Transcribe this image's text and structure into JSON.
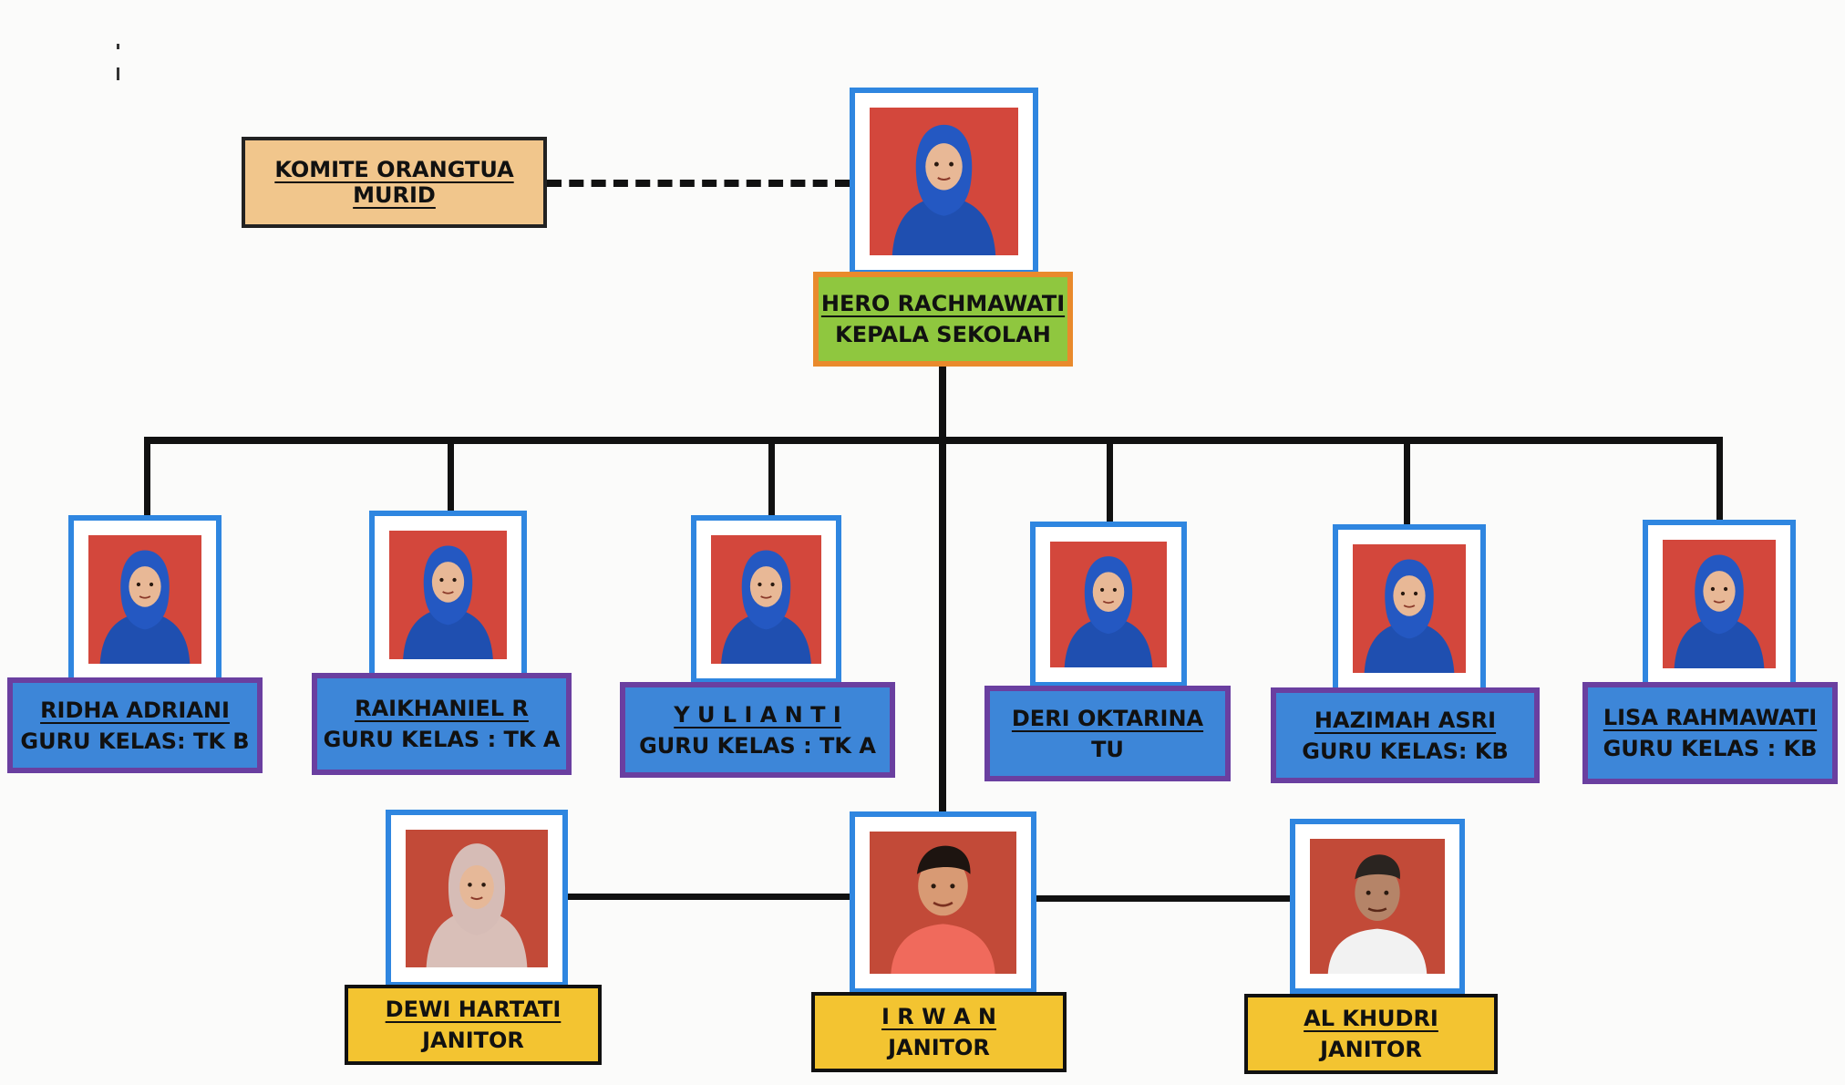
{
  "komite": {
    "label": "KOMITE ORANGTUA MURID"
  },
  "head": {
    "name": "HERO RACHMAWATI",
    "role": "KEPALA SEKOLAH",
    "photo_icon": "person-photo-hijab"
  },
  "teachers": [
    {
      "name": "RIDHA ADRIANI",
      "role": "GURU KELAS: TK B",
      "photo_icon": "person-photo-hijab"
    },
    {
      "name": "RAIKHANIEL R",
      "role": "GURU KELAS : TK A",
      "photo_icon": "person-photo-hijab"
    },
    {
      "name": "Y U L I A N T I",
      "role": "GURU KELAS : TK A",
      "photo_icon": "person-photo-hijab"
    },
    {
      "name": "DERI OKTARINA",
      "role": "TU",
      "photo_icon": "person-photo-hijab"
    },
    {
      "name": "HAZIMAH ASRI",
      "role": "GURU KELAS: KB",
      "photo_icon": "person-photo-hijab"
    },
    {
      "name": "LISA RAHMAWATI",
      "role": "GURU KELAS : KB",
      "photo_icon": "person-photo-hijab"
    }
  ],
  "janitors": [
    {
      "name": "DEWI HARTATI",
      "role": "JANITOR",
      "photo_icon": "person-photo-hijab"
    },
    {
      "name": "I R W A N",
      "role": "JANITOR",
      "photo_icon": "person-photo-man"
    },
    {
      "name": "AL KHUDRI",
      "role": "JANITOR",
      "photo_icon": "person-photo-man"
    }
  ],
  "colors": {
    "photo_border": "#2f86e0",
    "photo_background": "#d3473c",
    "teacher_label": "#3d86d8",
    "teacher_label_border": "#6a3fa0",
    "janitor_label": "#f3c431",
    "head_label": "#8fc73f",
    "head_label_border": "#e98a2c",
    "komite_label": "#f1c68c"
  }
}
